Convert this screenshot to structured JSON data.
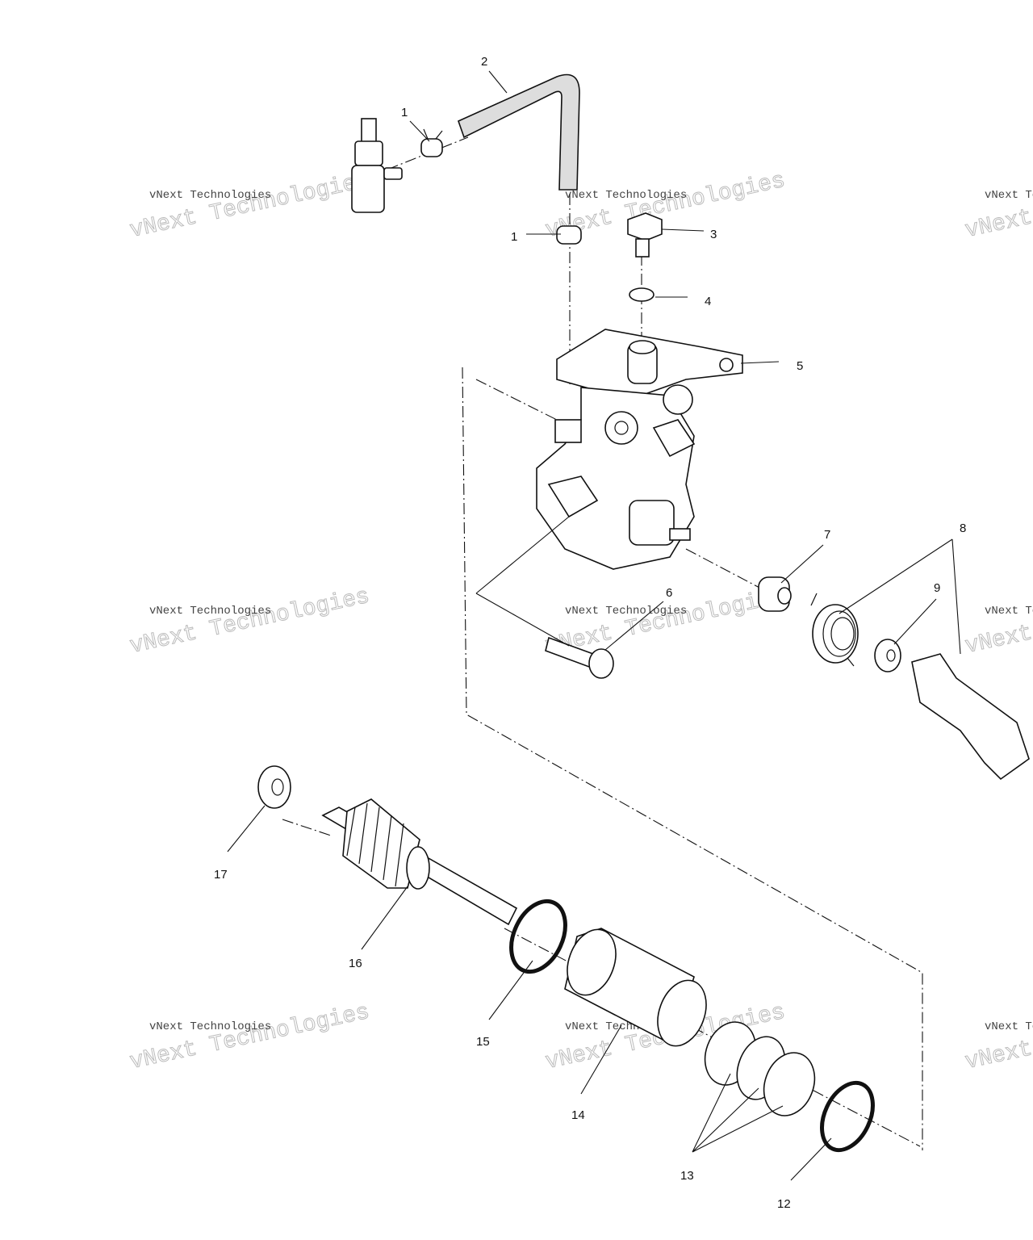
{
  "watermark": {
    "small": "vNext Technologies",
    "big": "vNext Technologies"
  },
  "callouts": {
    "clamp_upper": "1",
    "hose": "2",
    "clamp_lower": "1",
    "bolt": "3",
    "washer": "4",
    "bracket": "5",
    "screw": "6",
    "collar": "7",
    "lever_assy": "8",
    "washer_small": "9",
    "seal_ring_a": "12",
    "shims": "13",
    "cylinder": "14",
    "seal_ring_b": "15",
    "gear_shaft": "16",
    "thrust_washer": "17"
  }
}
